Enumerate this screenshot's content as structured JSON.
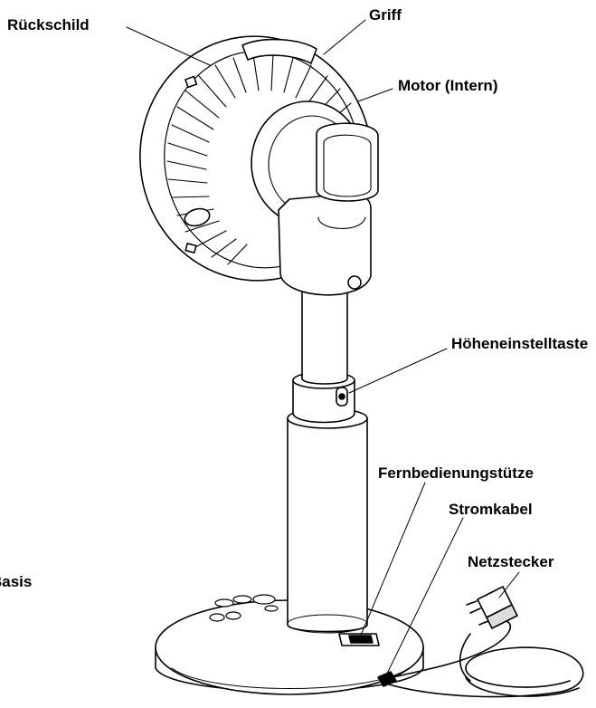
{
  "labels": {
    "rueckschild": "Rückschild",
    "griff": "Griff",
    "motor": "Motor (Intern)",
    "hoehe": "Höheneinstelltaste",
    "fernbedienung": "Fernbedienungstütze",
    "stromkabel": "Stromkabel",
    "netzstecker": "Netzstecker",
    "basis": "Basis"
  },
  "colors": {
    "line": "#000000",
    "fill": "#ffffff"
  }
}
